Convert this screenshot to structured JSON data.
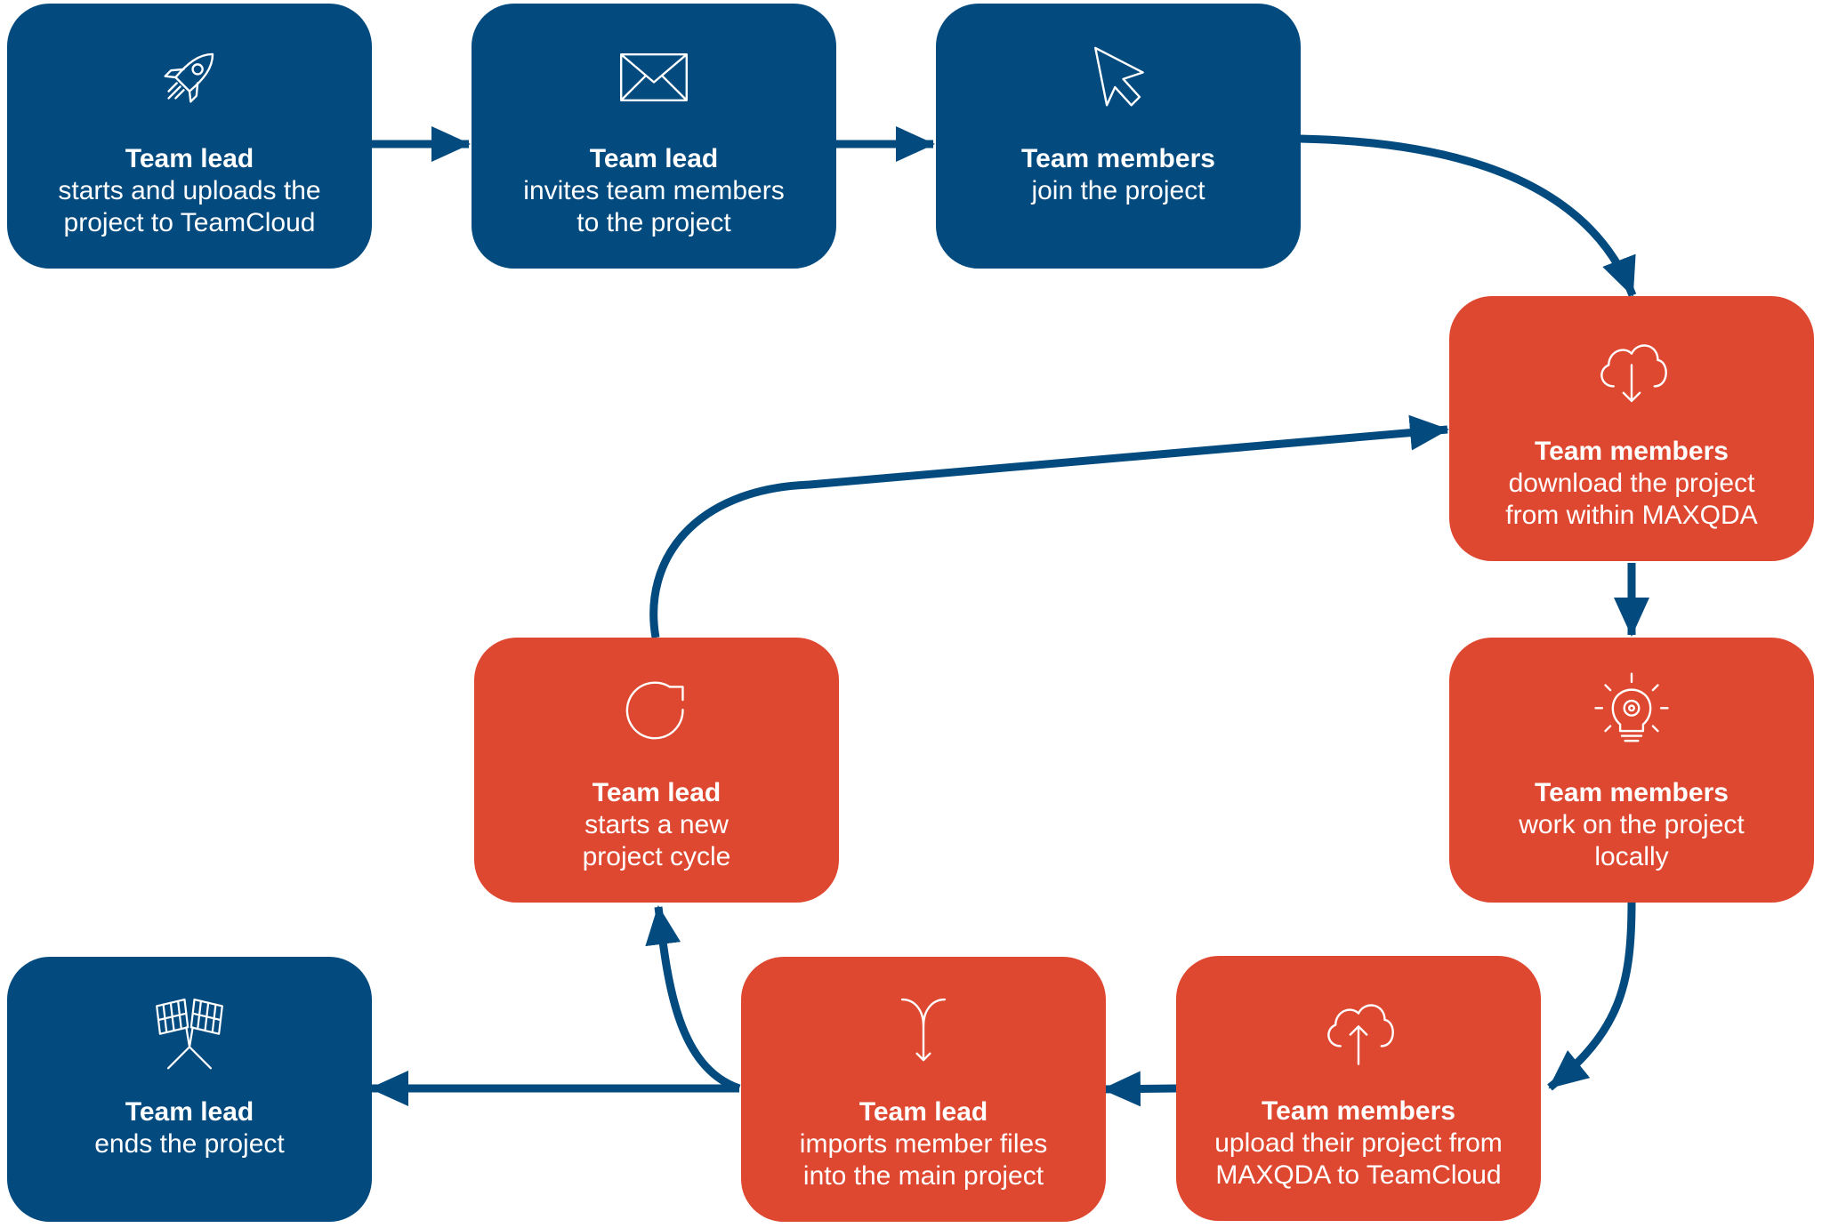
{
  "colors": {
    "blue": "#034a7e",
    "orange": "#df4830",
    "arrow": "#034a7e",
    "text": "#ffffff"
  },
  "steps": [
    {
      "id": "start-upload",
      "color": "blue",
      "icon": "rocket-icon",
      "role": "Team lead",
      "description": "starts and uploads the\nproject to TeamCloud"
    },
    {
      "id": "invite-members",
      "color": "blue",
      "icon": "envelope-icon",
      "role": "Team lead",
      "description": "invites team members\nto the project"
    },
    {
      "id": "join-project",
      "color": "blue",
      "icon": "cursor-icon",
      "role": "Team members",
      "description": "join the project"
    },
    {
      "id": "download-project",
      "color": "orange",
      "icon": "cloud-download-icon",
      "role": "Team members",
      "description": "download the project\nfrom within MAXQDA"
    },
    {
      "id": "work-locally",
      "color": "orange",
      "icon": "lightbulb-gear-icon",
      "role": "Team members",
      "description": "work on the project\nlocally"
    },
    {
      "id": "upload-project",
      "color": "orange",
      "icon": "cloud-upload-icon",
      "role": "Team members",
      "description": "upload their project from\nMAXQDA to TeamCloud"
    },
    {
      "id": "import-files",
      "color": "orange",
      "icon": "merge-arrow-icon",
      "role": "Team lead",
      "description": "imports member files\ninto the main project"
    },
    {
      "id": "new-cycle",
      "color": "orange",
      "icon": "refresh-icon",
      "role": "Team lead",
      "description": "starts a new\nproject cycle"
    },
    {
      "id": "end-project",
      "color": "blue",
      "icon": "checkered-flags-icon",
      "role": "Team lead",
      "description": "ends the project"
    }
  ],
  "connections": [
    {
      "from": "start-upload",
      "to": "invite-members"
    },
    {
      "from": "invite-members",
      "to": "join-project"
    },
    {
      "from": "join-project",
      "to": "download-project"
    },
    {
      "from": "download-project",
      "to": "work-locally"
    },
    {
      "from": "work-locally",
      "to": "upload-project"
    },
    {
      "from": "upload-project",
      "to": "import-files"
    },
    {
      "from": "import-files",
      "to": "new-cycle"
    },
    {
      "from": "new-cycle",
      "to": "download-project"
    },
    {
      "from": "import-files",
      "to": "end-project"
    }
  ]
}
